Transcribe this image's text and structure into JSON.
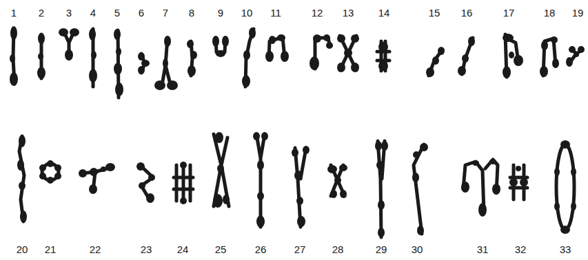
{
  "diagram": {
    "labels": [
      "1",
      "2",
      "3",
      "4",
      "5",
      "6",
      "7",
      "8",
      "9",
      "10",
      "11",
      "12",
      "13",
      "14",
      "15",
      "16",
      "17",
      "18",
      "19",
      "20",
      "21",
      "22",
      "23",
      "24",
      "25",
      "26",
      "27",
      "28",
      "29",
      "30",
      "31",
      "32",
      "33"
    ]
  }
}
